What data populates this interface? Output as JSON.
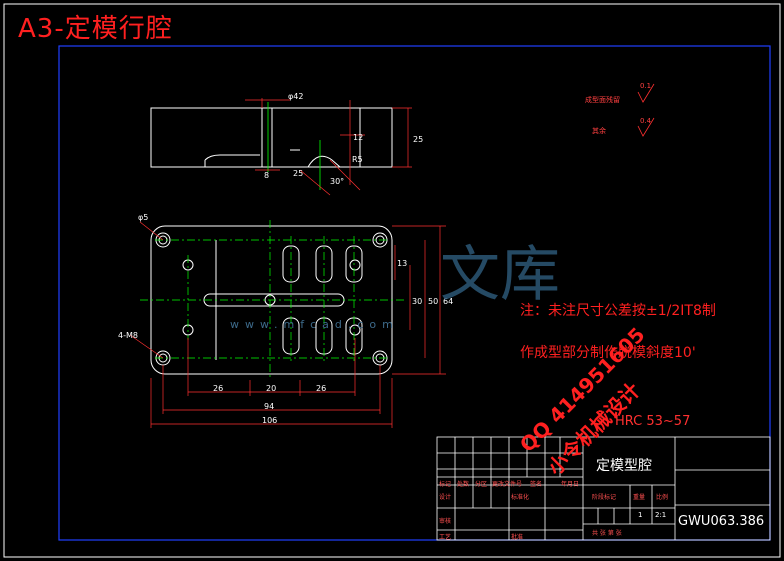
{
  "drawing": {
    "title": "A3-定模行腔",
    "notes": [
      "注：未注尺寸公差按±1/2IT8制",
      "作成型部分制作脱模斜度10'"
    ],
    "hardness": "HRC 53~57",
    "part_name": "定模型腔",
    "drawing_number": "GWU063.386",
    "scale": "2:1",
    "quantity": "1",
    "surface_symbols": [
      {
        "label": "成型面残留",
        "value": "0.1"
      },
      {
        "label": "其余",
        "value": "0.4"
      }
    ],
    "dimensions": {
      "top_dia": "φ42",
      "top_height": "25",
      "top_small": "12",
      "top_r": "R5",
      "top_dim_a": "25",
      "top_dim_b": "8",
      "top_angle": "30°",
      "left_dia": "φ5",
      "overall_width": "106",
      "inner_width": "94",
      "seg_a": "26",
      "seg_b": "20",
      "seg_c": "26",
      "right_a": "30",
      "right_b": "50",
      "right_c": "64",
      "right_d": "13",
      "left_side": "4-M8"
    },
    "titleblock": {
      "row1": [
        "标记",
        "处数",
        "分区",
        "更改文件号",
        "签名",
        "年月日"
      ],
      "row2": [
        "设计",
        "",
        "",
        "标准化",
        "",
        ""
      ],
      "row3": [
        "审核",
        "",
        "",
        "",
        "",
        ""
      ],
      "row4": [
        "工艺",
        "",
        "",
        "批准",
        "",
        ""
      ],
      "stage_label": "阶段标记",
      "weight_label": "重量",
      "scale_label": "比例",
      "sheet_label": "共  张  第  张"
    },
    "watermark": {
      "qq": "QQ 414951605",
      "name": "小令机械设计",
      "site": "www.mfcad.com",
      "cn": "文库"
    }
  }
}
